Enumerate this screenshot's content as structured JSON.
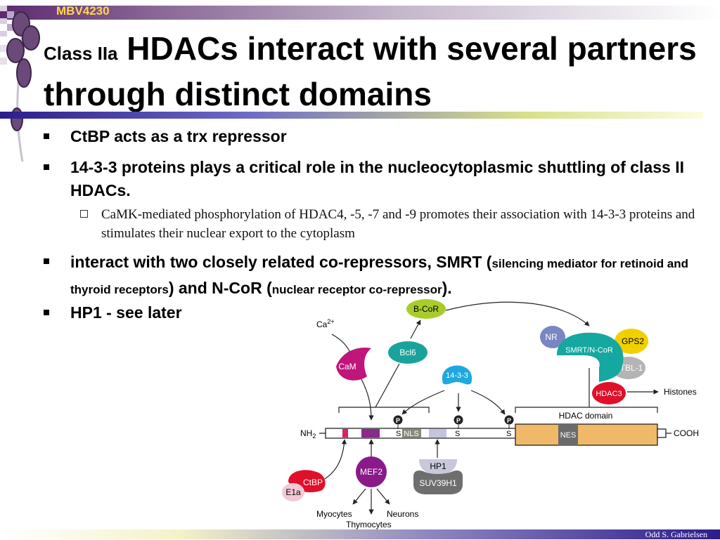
{
  "header": {
    "course_code": "MBV4230"
  },
  "title": {
    "prefix": "Class IIa",
    "main": "HDACs interact with several partners through distinct domains"
  },
  "bullets": [
    {
      "text": "CtBP acts as a trx repressor"
    },
    {
      "text": "14-3-3 proteins plays a critical role in the nucleocytoplasmic shuttling of class II HDACs."
    },
    {
      "text": "interact with two closely related co-repressors, SMRT (",
      "smrt_full": "silencing mediator for retinoid and thyroid receptors",
      "mid": ") and N-CoR (",
      "ncor_full": "nuclear receptor co-repressor",
      "end": ")."
    },
    {
      "text": "HP1 - see later"
    }
  ],
  "sub_bullet": {
    "text": "CaMK-mediated phosphorylation of HDAC4, -5, -7 and -9 promotes their association with 14-3-3 proteins and stimulates their nuclear export to the cytoplasm"
  },
  "diagram": {
    "labels": {
      "ca": "Ca",
      "ca_sup": "2+",
      "cam": "CaM",
      "bcor": "B-CoR",
      "bcl6": "Bcl6",
      "p1433": "14-3-3",
      "nr": "NR",
      "smrt": "SMRT/N-CoR",
      "gps2": "GPS2",
      "tbl1": "TBL-1",
      "hdac3": "HDAC3",
      "histones": "Histones",
      "hdac_domain": "HDAC domain",
      "nh2": "NH",
      "nh2_sub": "2",
      "cooh": "COOH",
      "nls": "NLS",
      "nes": "NES",
      "s": "S",
      "p": "P",
      "ctbp": "CtBP",
      "e1a": "E1a",
      "mef2": "MEF2",
      "hp1": "HP1",
      "suv": "SUV39H1",
      "myocytes": "Myocytes",
      "thymocytes": "Thymocytes",
      "neurons": "Neurons"
    },
    "colors": {
      "cam": "#c0157a",
      "bcor": "#a8cc2a",
      "bcl6": "#1aa39c",
      "p1433": "#1ea8e0",
      "nr": "#7a86c2",
      "smrt": "#14a8a0",
      "gps2": "#f2d000",
      "tbl1": "#b4b4b4",
      "hdac3": "#e0102a",
      "hdac_domain": "#f0b96a",
      "nes": "#6b6b6b",
      "nls": "#8a8a7a",
      "ctbp": "#e0102a",
      "e1a": "#f4c8d4",
      "mef2": "#8a1a8a",
      "hp1": "#c8c8dc",
      "suv": "#6e6e6e",
      "magenta_box": "#e0205a",
      "purple_box": "#8a2a8a",
      "lilac_box": "#c4c4de"
    }
  },
  "footer": {
    "credit": "Odd S. Gabrielsen"
  }
}
